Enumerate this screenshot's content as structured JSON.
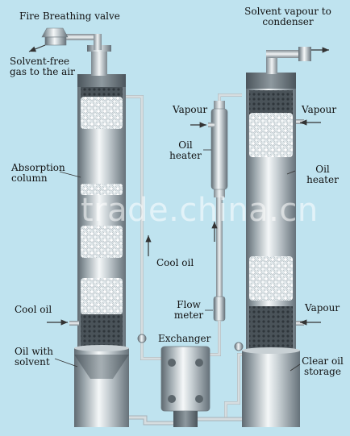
{
  "labels": {
    "fire_breathing_valve": "Fire Breathing valve",
    "solvent_free_gas_line1": "Solvent-free",
    "solvent_free_gas_line2": "gas to the air",
    "solvent_vapour_line1": "Solvent vapour to",
    "solvent_vapour_line2": "condenser",
    "vapour_mid": "Vapour",
    "vapour_right_top": "Vapour",
    "oil_heater_mid_line1": "Oil",
    "oil_heater_mid_line2": "heater",
    "oil_heater_right_line1": "Oil",
    "oil_heater_right_line2": "heater",
    "absorption_column_line1": "Absorption",
    "absorption_column_line2": "column",
    "cool_oil_mid": "Cool oil",
    "cool_oil_left": "Cool oil",
    "flow_meter_line1": "Flow",
    "flow_meter_line2": "meter",
    "vapour_right_bottom": "Vapour",
    "exchanger": "Exchanger",
    "oil_with_solvent_line1": "Oil with",
    "oil_with_solvent_line2": "solvent",
    "clear_oil_storage_line1": "Clear oil",
    "clear_oil_storage_line2": "storage"
  },
  "watermark": "trade.china.cn",
  "colors": {
    "background": "#bfe3ef",
    "steel_dark": "#6f7b82",
    "steel_light": "#f2f5f6",
    "packing": "#e9eef0"
  }
}
